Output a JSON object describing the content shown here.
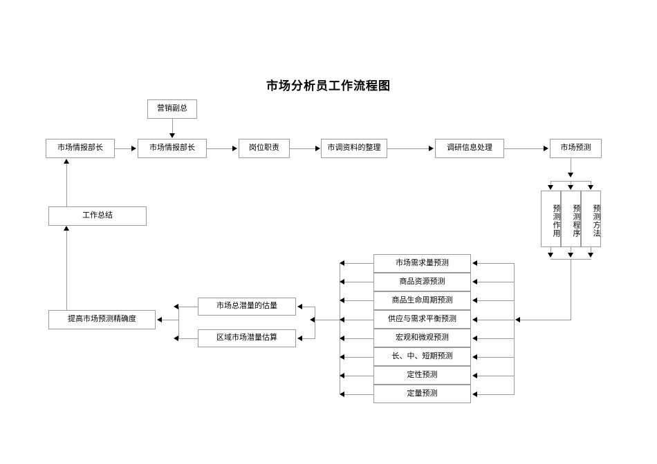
{
  "document": {
    "title": "市场分析员工作流程图"
  },
  "nodes": {
    "vp_marketing": "营销副总",
    "intel_chief_left": "市场情报部长",
    "intel_chief_main": "市场情报部长",
    "job_duty": "岗位职责",
    "survey_org": "市调资料的整理",
    "research_info": "调研信息处理",
    "market_forecast": "市场预测",
    "work_summary": "工作总结",
    "improve_accuracy": "提高市场预测精确度",
    "total_potential": "市场总潜量的估量",
    "regional_potential": "区域市场潜量估算"
  },
  "forecast_aspects": [
    {
      "label": "预测作用"
    },
    {
      "label": "预测程序"
    },
    {
      "label": "预测方法"
    }
  ],
  "forecast_types": [
    {
      "label": "市场需求量预测"
    },
    {
      "label": "商品资源预测"
    },
    {
      "label": "商品生命周期预测"
    },
    {
      "label": "供应与需求平衡预测"
    },
    {
      "label": "宏观和微观预测"
    },
    {
      "label": "长、中、短期预测"
    },
    {
      "label": "定性预测"
    },
    {
      "label": "定量预测"
    }
  ],
  "colors": {
    "box_border": "#9a9a9a",
    "line": "#9a9a9a",
    "arrow": "#000000",
    "background": "#ffffff",
    "text": "#000000"
  }
}
